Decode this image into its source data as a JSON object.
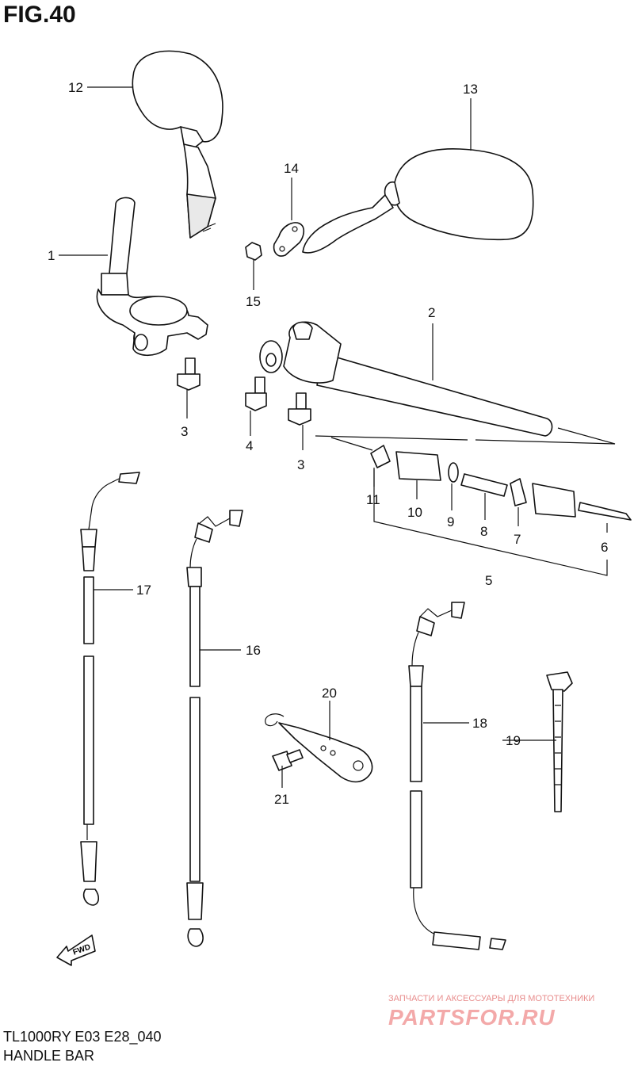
{
  "figure": {
    "label": "FIG.40"
  },
  "callouts": {
    "c1": "1",
    "c2": "2",
    "c3a": "3",
    "c3b": "3",
    "c4": "4",
    "c5": "5",
    "c6": "6",
    "c7": "7",
    "c8": "8",
    "c9": "9",
    "c10": "10",
    "c11": "11",
    "c12": "12",
    "c13": "13",
    "c14": "14",
    "c15": "15",
    "c16": "16",
    "c17": "17",
    "c18": "18",
    "c19": "19",
    "c20": "20",
    "c21": "21"
  },
  "fwd_label": "FWD",
  "footer": {
    "model_code": "TL1000RY E03 E28_040",
    "section_title": "HANDLE BAR"
  },
  "watermark": {
    "tagline": "ЗАПЧАСТИ И АКСЕССУАРЫ ДЛЯ МОТОТЕХНИКИ",
    "logo": "PARTSFOR.RU"
  }
}
